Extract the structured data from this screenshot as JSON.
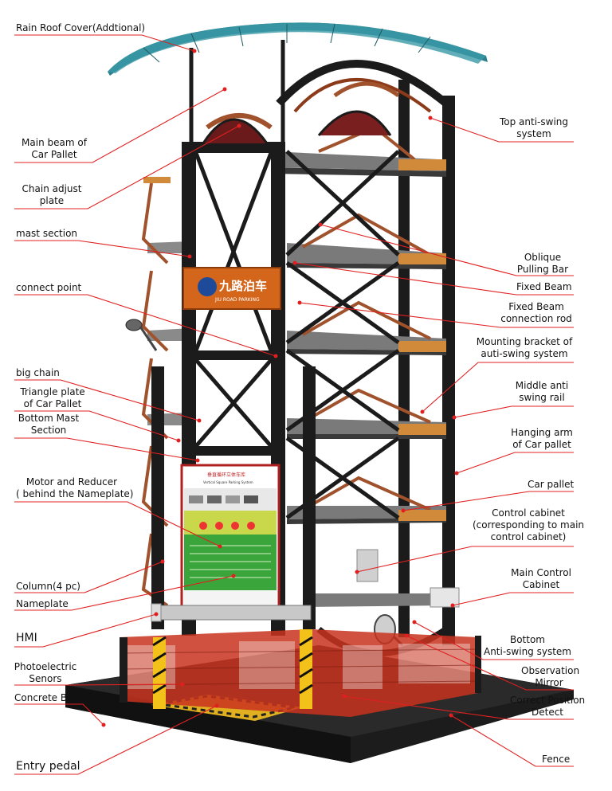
{
  "brand_sign": {
    "cn": "九路泊车",
    "en": "JIU ROAD PARKING"
  },
  "nameplate": {
    "title": "垂直循环立体车库",
    "subtitle": "Vertical Square Parking System"
  },
  "labels": {
    "rain_roof": "Rain Roof Cover(Addtional)",
    "main_beam": [
      "Main beam of",
      "Car Pallet"
    ],
    "chain_adjust": [
      "Chain adjust",
      "plate"
    ],
    "mast_section": "mast section",
    "connect_point": "connect point",
    "big_chain": "big chain",
    "triangle_plate": [
      "Triangle plate",
      "of Car Pallet"
    ],
    "bottom_mast": [
      "Bottom Mast",
      "Section"
    ],
    "motor_reducer": [
      "Motor and Reducer",
      "( behind the Nameplate)"
    ],
    "column": "Column(4 pc)",
    "nameplate": "Nameplate",
    "hmi": "HMI",
    "photoelectric": [
      "Photoelectric",
      "Senors"
    ],
    "concrete": "Concrete Basis",
    "entry_pedal": "Entry pedal",
    "top_antiswing": [
      "Top anti-swing",
      "system"
    ],
    "oblique": [
      "Oblique",
      "Pulling Bar"
    ],
    "fixed_beam": "Fixed Beam",
    "fixed_beam_rod": [
      "Fixed Beam",
      "connection rod"
    ],
    "mounting_bracket": [
      "Mounting bracket of",
      "auti-swing system"
    ],
    "middle_rail": [
      "Middle anti",
      "swing rail"
    ],
    "hanging_arm": [
      "Hanging arm",
      "of Car pallet"
    ],
    "car_pallet": "Car pallet",
    "control_cabinet": [
      "Control cabinet",
      "(corresponding to main",
      "control cabinet)"
    ],
    "main_control": [
      "Main Control",
      "Cabinet"
    ],
    "bottom_antiswing": [
      "Bottom",
      "Anti-swing system"
    ],
    "observation": [
      "Observation",
      "Mirror"
    ],
    "correct_position": [
      "Correct Position",
      "Detect"
    ],
    "fence": "Fence"
  },
  "colors": {
    "leader": "#e02020",
    "frame": "#1b1b1b",
    "roof": "#2e7f8c",
    "arm": "#a0522d",
    "fence": "#c8331f",
    "base": "#1a1a1a",
    "sign": "#d4661b",
    "nameplate_green": "#3aa53a",
    "nameplate_yellow": "#c9d84a"
  }
}
